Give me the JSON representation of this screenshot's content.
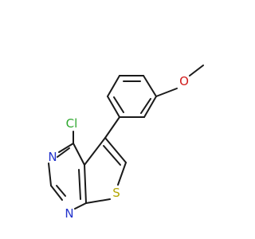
{
  "molecule": {
    "atoms": {
      "cl": {
        "symbol": "Cl",
        "color": "#2fa82f"
      },
      "n1": {
        "symbol": "N",
        "color": "#2233cc"
      },
      "n2": {
        "symbol": "N",
        "color": "#2233cc"
      },
      "s": {
        "symbol": "S",
        "color": "#b3a600"
      },
      "o": {
        "symbol": "O",
        "color": "#d11a1a"
      }
    }
  }
}
